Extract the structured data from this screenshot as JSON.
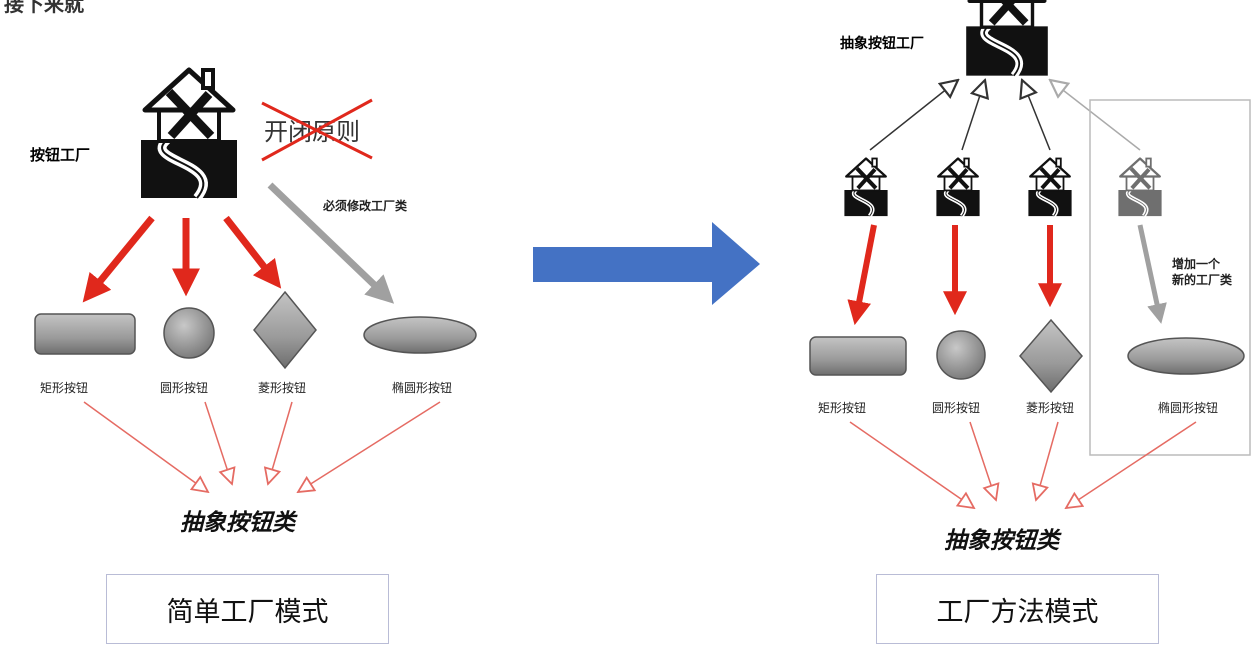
{
  "corner_text": "接下来就",
  "left": {
    "factory_label": "按钮工厂",
    "crossed_text": "开闭原则",
    "modify_note": "必须修改工厂类",
    "shapes": [
      "矩形按钮",
      "圆形按钮",
      "菱形按钮",
      "椭圆形按钮"
    ],
    "abstract_label": "抽象按钮类",
    "caption": "简单工厂模式"
  },
  "right": {
    "abstract_factory_label": "抽象按钮工厂",
    "add_note_line1": "增加一个",
    "add_note_line2": "新的工厂类",
    "shapes": [
      "矩形按钮",
      "圆形按钮",
      "菱形按钮",
      "椭圆形按钮"
    ],
    "abstract_label": "抽象按钮类",
    "caption": "工厂方法模式"
  },
  "colors": {
    "red_arrow": "#e0281c",
    "thin_red": "#e56b63",
    "gray_arrow": "#9a9a9a",
    "blue_arrow": "#4472c4",
    "shape_fill": "#9b9b9b"
  }
}
